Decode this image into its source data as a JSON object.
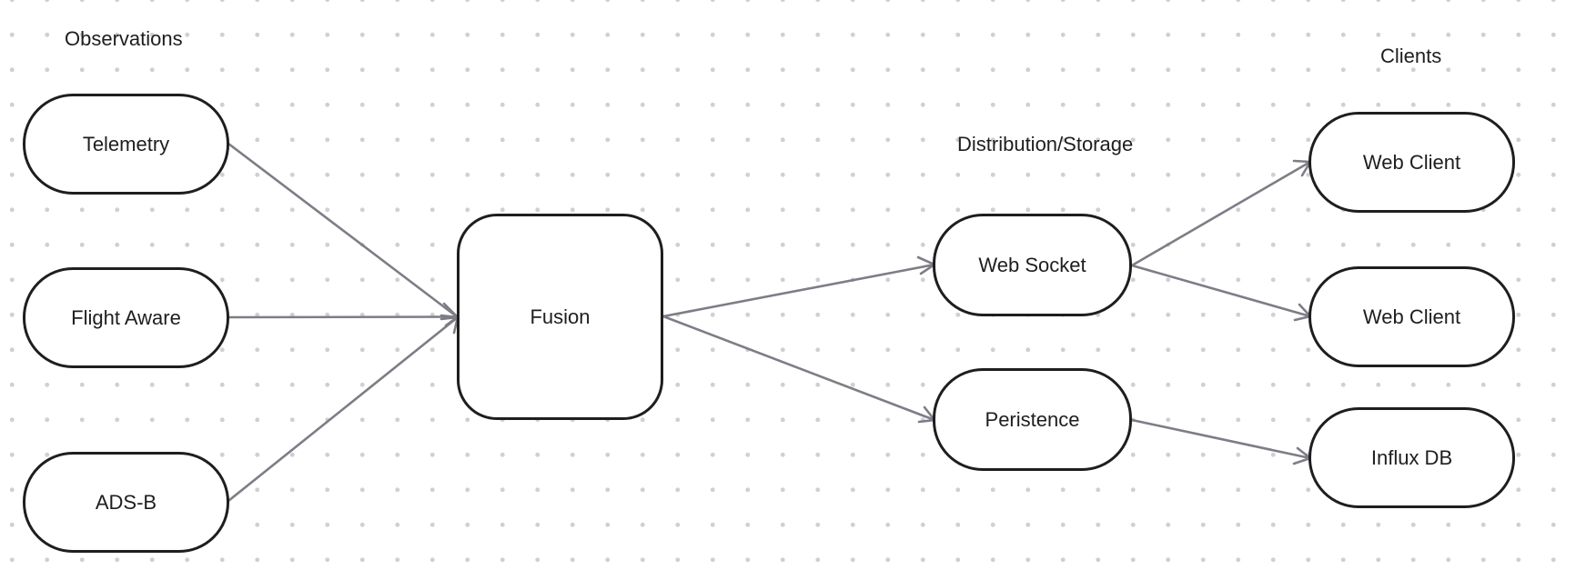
{
  "groups": {
    "observations": "Observations",
    "distribution": "Distribution/Storage",
    "clients": "Clients"
  },
  "nodes": {
    "telemetry": "Telemetry",
    "flight_aware": "Flight Aware",
    "ads_b": "ADS-B",
    "fusion": "Fusion",
    "web_socket": "Web Socket",
    "peristence": "Peristence",
    "web_client_1": "Web Client",
    "web_client_2": "Web Client",
    "influx_db": "Influx DB"
  },
  "edges": [
    {
      "from": "telemetry",
      "to": "fusion"
    },
    {
      "from": "flight_aware",
      "to": "fusion"
    },
    {
      "from": "ads_b",
      "to": "fusion"
    },
    {
      "from": "fusion",
      "to": "web_socket"
    },
    {
      "from": "fusion",
      "to": "peristence"
    },
    {
      "from": "web_socket",
      "to": "web_client_1"
    },
    {
      "from": "web_socket",
      "to": "web_client_2"
    },
    {
      "from": "peristence",
      "to": "influx_db"
    }
  ],
  "colors": {
    "node_border": "#1e1e1e",
    "edge": "#7d7d86",
    "grid_dot": "#cfcfd4"
  }
}
